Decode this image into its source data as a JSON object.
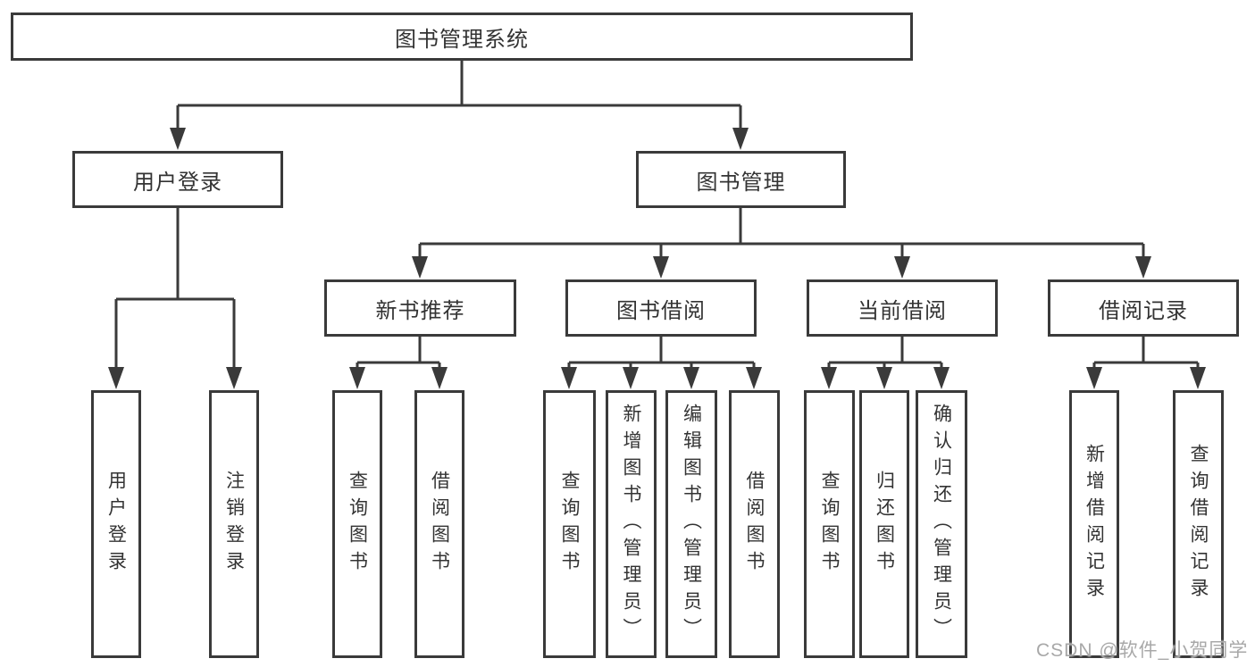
{
  "diagram": {
    "title_node": {
      "label": "图书管理系统"
    },
    "level2": [
      {
        "label": "用户登录"
      },
      {
        "label": "图书管理"
      }
    ],
    "level3": [
      {
        "label": "新书推荐",
        "parent": "图书管理"
      },
      {
        "label": "图书借阅",
        "parent": "图书管理"
      },
      {
        "label": "当前借阅",
        "parent": "图书管理"
      },
      {
        "label": "借阅记录",
        "parent": "图书管理"
      }
    ],
    "leaves": [
      {
        "label": "用户登录",
        "parent": "用户登录"
      },
      {
        "label": "注销登录",
        "parent": "用户登录"
      },
      {
        "label": "查询图书",
        "parent": "新书推荐"
      },
      {
        "label": "借阅图书",
        "parent": "新书推荐"
      },
      {
        "label": "查询图书",
        "parent": "图书借阅"
      },
      {
        "label": "新增图书（管理员）",
        "parent": "图书借阅"
      },
      {
        "label": "编辑图书（管理员）",
        "parent": "图书借阅"
      },
      {
        "label": "借阅图书",
        "parent": "图书借阅"
      },
      {
        "label": "查询图书",
        "parent": "当前借阅"
      },
      {
        "label": "归还图书",
        "parent": "当前借阅"
      },
      {
        "label": "确认归还（管理员）",
        "parent": "当前借阅"
      },
      {
        "label": "新增借阅记录",
        "parent": "借阅记录"
      },
      {
        "label": "查询借阅记录",
        "parent": "借阅记录"
      }
    ],
    "line_color": "#3a3a3a",
    "text_color": "#333333"
  },
  "watermark": {
    "text": "CSDN @软件_小贺同学",
    "color": "#a8a8a8"
  }
}
